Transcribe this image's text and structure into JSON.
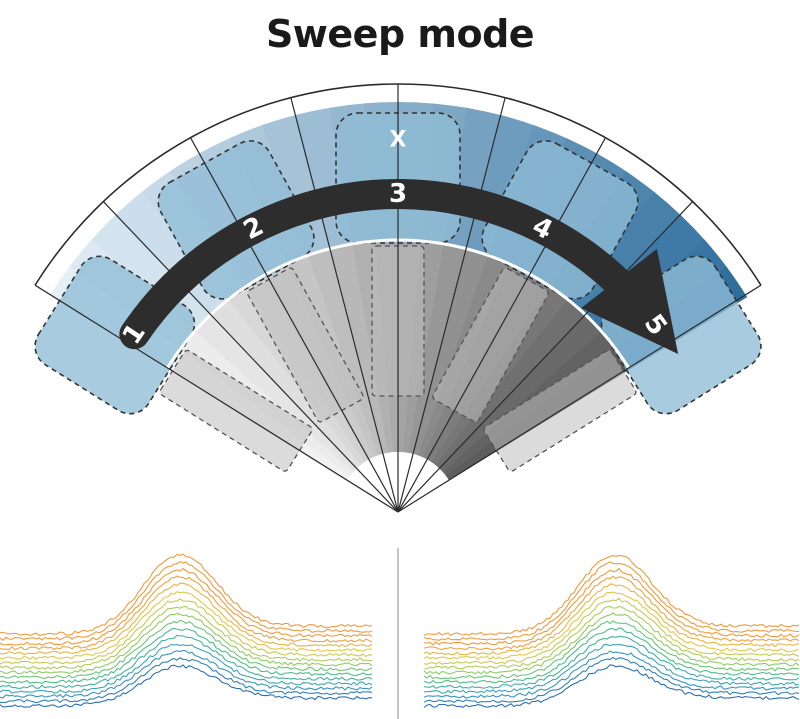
{
  "title": "Sweep mode",
  "center_mark": "X",
  "positions": [
    "1",
    "2",
    "3",
    "4",
    "5"
  ],
  "colors": {
    "outline": "#2b2b2b",
    "arrow": "#2d2d2d",
    "blue_light": "#e4eff6",
    "blue_dark": "#2f6f9e",
    "pad": "#8fbcd6",
    "gray_light": "#f2f2f2",
    "gray_dark": "#5d5d5d",
    "gray_pad": "#bdbdbd"
  },
  "plots": {
    "traces": 16,
    "trace_colors": [
      "#2c6fb3",
      "#3a9fbe",
      "#4dbd8c",
      "#9fcf5a",
      "#e0c84a",
      "#f09a3e"
    ]
  }
}
